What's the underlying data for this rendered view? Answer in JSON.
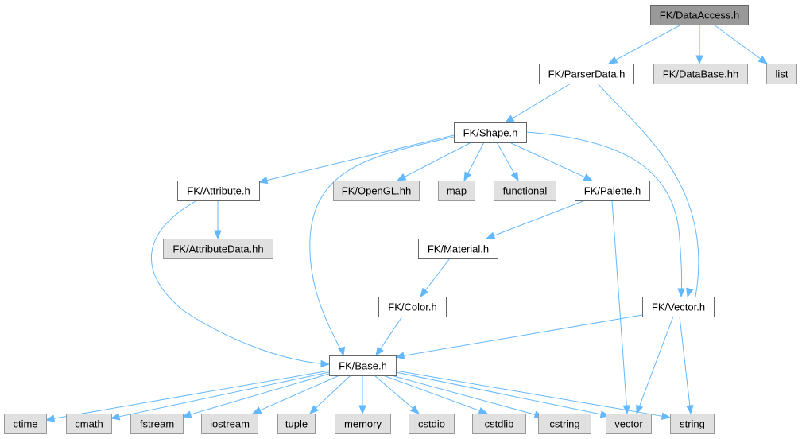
{
  "diagram": {
    "title": "Include dependency graph for FK/DataAccess.h",
    "colors": {
      "edge": "#63b8ff",
      "root_fill": "#999999",
      "root_stroke": "#666666",
      "file_fill": "#ffffff",
      "file_stroke": "#666666",
      "external_fill": "#e0e0e0",
      "external_stroke": "#999999"
    },
    "nodes": [
      {
        "id": "dataaccess",
        "label": "FK/DataAccess.h",
        "kind": "root"
      },
      {
        "id": "parserdata",
        "label": "FK/ParserData.h",
        "kind": "file"
      },
      {
        "id": "database",
        "label": "FK/DataBase.hh",
        "kind": "external"
      },
      {
        "id": "list",
        "label": "list",
        "kind": "external"
      },
      {
        "id": "shape",
        "label": "FK/Shape.h",
        "kind": "file"
      },
      {
        "id": "attribute",
        "label": "FK/Attribute.h",
        "kind": "file"
      },
      {
        "id": "opengl",
        "label": "FK/OpenGL.hh",
        "kind": "external"
      },
      {
        "id": "map",
        "label": "map",
        "kind": "external"
      },
      {
        "id": "functional",
        "label": "functional",
        "kind": "external"
      },
      {
        "id": "palette",
        "label": "FK/Palette.h",
        "kind": "file"
      },
      {
        "id": "attributedata",
        "label": "FK/AttributeData.hh",
        "kind": "external"
      },
      {
        "id": "material",
        "label": "FK/Material.h",
        "kind": "file"
      },
      {
        "id": "color",
        "label": "FK/Color.h",
        "kind": "file"
      },
      {
        "id": "vectorh",
        "label": "FK/Vector.h",
        "kind": "file"
      },
      {
        "id": "base",
        "label": "FK/Base.h",
        "kind": "file"
      },
      {
        "id": "ctime",
        "label": "ctime",
        "kind": "external"
      },
      {
        "id": "cmath",
        "label": "cmath",
        "kind": "external"
      },
      {
        "id": "fstream",
        "label": "fstream",
        "kind": "external"
      },
      {
        "id": "iostream",
        "label": "iostream",
        "kind": "external"
      },
      {
        "id": "tuple",
        "label": "tuple",
        "kind": "external"
      },
      {
        "id": "memory",
        "label": "memory",
        "kind": "external"
      },
      {
        "id": "cstdio",
        "label": "cstdio",
        "kind": "external"
      },
      {
        "id": "cstdlib",
        "label": "cstdlib",
        "kind": "external"
      },
      {
        "id": "cstring",
        "label": "cstring",
        "kind": "external"
      },
      {
        "id": "vector",
        "label": "vector",
        "kind": "external"
      },
      {
        "id": "string",
        "label": "string",
        "kind": "external"
      }
    ],
    "edges": [
      {
        "from": "dataaccess",
        "to": "parserdata"
      },
      {
        "from": "dataaccess",
        "to": "database"
      },
      {
        "from": "dataaccess",
        "to": "list"
      },
      {
        "from": "parserdata",
        "to": "shape"
      },
      {
        "from": "parserdata",
        "to": "vectorh"
      },
      {
        "from": "shape",
        "to": "attribute"
      },
      {
        "from": "shape",
        "to": "base"
      },
      {
        "from": "shape",
        "to": "opengl"
      },
      {
        "from": "shape",
        "to": "map"
      },
      {
        "from": "shape",
        "to": "functional"
      },
      {
        "from": "shape",
        "to": "palette"
      },
      {
        "from": "shape",
        "to": "vectorh"
      },
      {
        "from": "attribute",
        "to": "attributedata"
      },
      {
        "from": "attribute",
        "to": "base"
      },
      {
        "from": "palette",
        "to": "material"
      },
      {
        "from": "palette",
        "to": "vector"
      },
      {
        "from": "material",
        "to": "color"
      },
      {
        "from": "color",
        "to": "base"
      },
      {
        "from": "vectorh",
        "to": "base"
      },
      {
        "from": "vectorh",
        "to": "vector"
      },
      {
        "from": "vectorh",
        "to": "string"
      },
      {
        "from": "base",
        "to": "ctime"
      },
      {
        "from": "base",
        "to": "cmath"
      },
      {
        "from": "base",
        "to": "fstream"
      },
      {
        "from": "base",
        "to": "iostream"
      },
      {
        "from": "base",
        "to": "tuple"
      },
      {
        "from": "base",
        "to": "memory"
      },
      {
        "from": "base",
        "to": "cstdio"
      },
      {
        "from": "base",
        "to": "cstdlib"
      },
      {
        "from": "base",
        "to": "cstring"
      },
      {
        "from": "base",
        "to": "vector"
      },
      {
        "from": "base",
        "to": "string"
      }
    ]
  }
}
